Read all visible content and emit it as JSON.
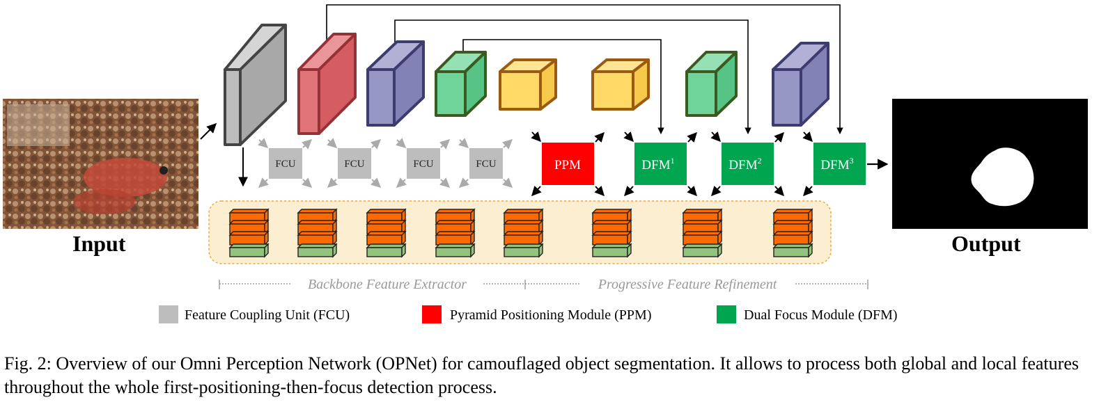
{
  "input_label": "Input",
  "output_label": "Output",
  "modules": {
    "fcu": "FCU",
    "ppm": "PPM",
    "dfm_base": "DFM",
    "dfm1_sup": "1",
    "dfm2_sup": "2",
    "dfm3_sup": "3"
  },
  "sections": {
    "backbone": "Backbone Feature Extractor",
    "refinement": "Progressive Feature Refinement"
  },
  "legend": [
    {
      "label": "Feature Coupling Unit (FCU)",
      "color": "#bdbdbd"
    },
    {
      "label": "Pyramid Positioning Module (PPM)",
      "color": "#ff0000"
    },
    {
      "label": "Dual Focus Module (DFM)",
      "color": "#00a550"
    }
  ],
  "colors": {
    "gray_block": "#bdbdbd",
    "red_block": "#e07478",
    "blue_block": "#9696c4",
    "green_block": "#6ed49a",
    "yellow_block": "#ffd966",
    "orange_layer": "#ff6a00",
    "green_layer": "#93c47d",
    "panel_fill": "#fcefd1",
    "panel_border": "#f2a33a"
  },
  "caption": "Fig. 2: Overview of our Omni Perception Network (OPNet) for camouflaged object segmentation. It allows to process both global and local features throughout the whole first-positioning-then-focus detection process."
}
